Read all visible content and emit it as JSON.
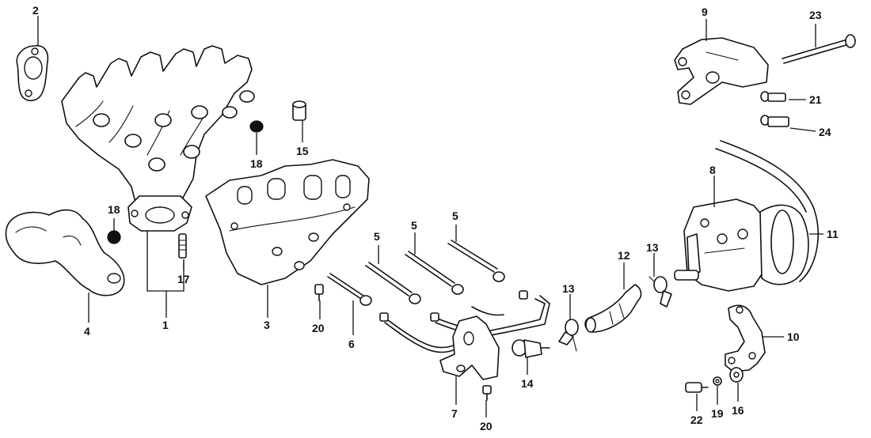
{
  "callouts": [
    {
      "id": "c2",
      "text": "2"
    },
    {
      "id": "c1",
      "text": "1"
    },
    {
      "id": "c3",
      "text": "3"
    },
    {
      "id": "c4",
      "text": "4"
    },
    {
      "id": "c5a",
      "text": "5"
    },
    {
      "id": "c5b",
      "text": "5"
    },
    {
      "id": "c5c",
      "text": "5"
    },
    {
      "id": "c6",
      "text": "6"
    },
    {
      "id": "c7",
      "text": "7"
    },
    {
      "id": "c8",
      "text": "8"
    },
    {
      "id": "c9",
      "text": "9"
    },
    {
      "id": "c10",
      "text": "10"
    },
    {
      "id": "c11",
      "text": "11"
    },
    {
      "id": "c12",
      "text": "12"
    },
    {
      "id": "c13a",
      "text": "13"
    },
    {
      "id": "c13b",
      "text": "13"
    },
    {
      "id": "c14",
      "text": "14"
    },
    {
      "id": "c15",
      "text": "15"
    },
    {
      "id": "c16",
      "text": "16"
    },
    {
      "id": "c17",
      "text": "17"
    },
    {
      "id": "c18a",
      "text": "18"
    },
    {
      "id": "c18b",
      "text": "18"
    },
    {
      "id": "c19",
      "text": "19"
    },
    {
      "id": "c20a",
      "text": "20"
    },
    {
      "id": "c20b",
      "text": "20"
    },
    {
      "id": "c21",
      "text": "21"
    },
    {
      "id": "c22",
      "text": "22"
    },
    {
      "id": "c23",
      "text": "23"
    },
    {
      "id": "c24",
      "text": "24"
    }
  ]
}
